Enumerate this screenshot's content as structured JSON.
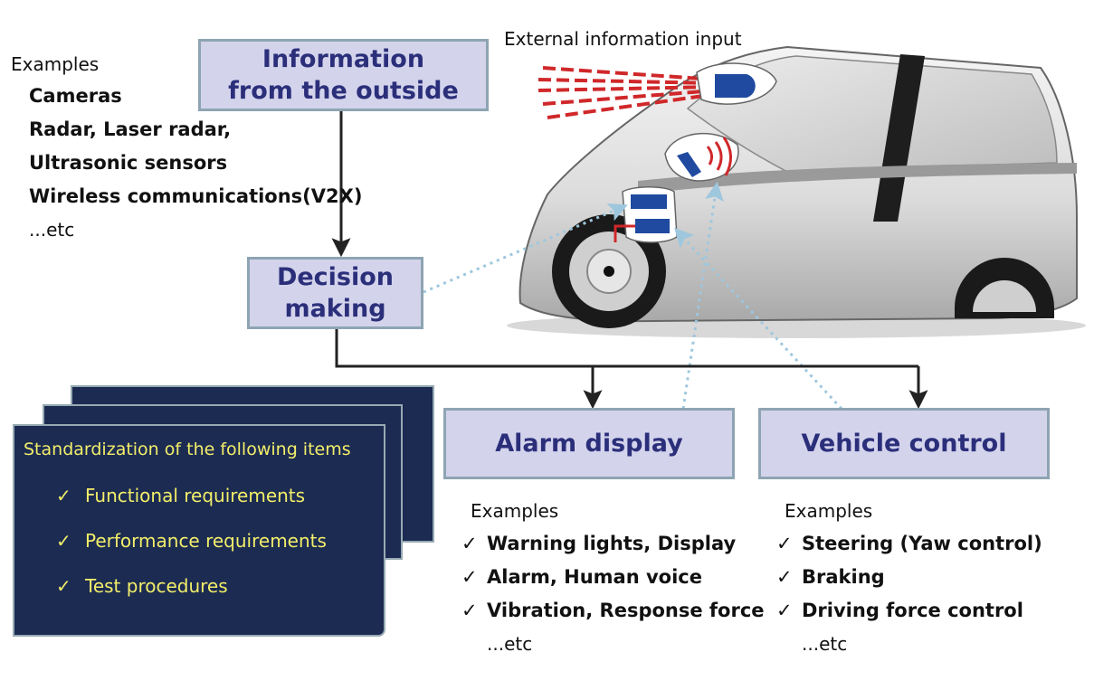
{
  "colors": {
    "box_fill": "#d3d3ec",
    "box_border": "#8ea4b2",
    "box_text": "#2b2f7a",
    "sheet_fill": "#1c2b52",
    "sheet_text": "#f2ee6a",
    "arrow": "#222222",
    "dotted": "#9ec7de",
    "sensor_beam": "#d0282a",
    "sensor_blue": "#1f4aa0"
  },
  "boxes": {
    "info_outside": "Information\nfrom the outside",
    "decision": "Decision\nmaking",
    "alarm": "Alarm display",
    "vehicle_control": "Vehicle control"
  },
  "external_input_label": "External information input",
  "sensor_examples": {
    "title": "Examples",
    "items": [
      "Cameras",
      "Radar, Laser radar,",
      "Ultrasonic sensors",
      "Wireless communications(V2X)"
    ],
    "etc": "...etc"
  },
  "alarm_examples": {
    "title": "Examples",
    "items": [
      "Warning lights, Display",
      "Alarm, Human voice",
      "Vibration, Response force"
    ],
    "etc": "...etc"
  },
  "control_examples": {
    "title": "Examples",
    "items": [
      "Steering (Yaw control)",
      "Braking",
      "Driving force control"
    ],
    "etc": "...etc"
  },
  "standardization": {
    "title": "Standardization of the following items",
    "items": [
      "Functional requirements",
      "Performance requirements",
      "Test procedures"
    ]
  },
  "icons": {
    "check": "checkmark-icon",
    "car": "car-illustration",
    "sensor": "sensor-icon"
  }
}
